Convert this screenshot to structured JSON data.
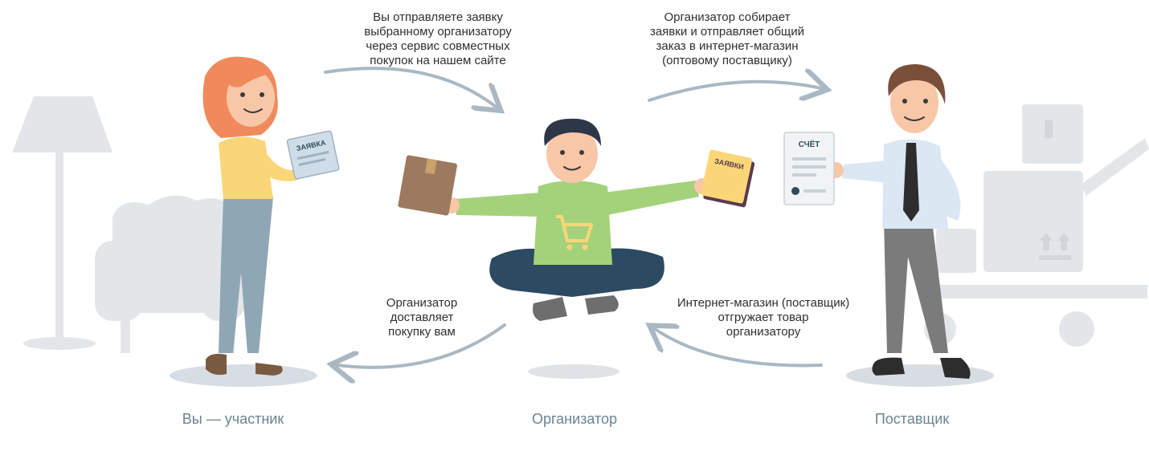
{
  "captions": {
    "top_left": [
      "Вы отправляете заявку",
      "выбранному организатору",
      "через сервис совместных",
      "покупок на нашем сайте"
    ],
    "top_right": [
      "Организатор собирает",
      "заявки и отправляет общий",
      "заказ в интернет-магазин",
      "(оптовому поставщику)"
    ],
    "bottom_left": [
      "Организатор",
      "доставляет",
      "покупку вам"
    ],
    "bottom_right": [
      "Интернет-магазин (поставщик)",
      "отгружает товар",
      "организатору"
    ]
  },
  "labels": {
    "participant": "Вы — участник",
    "organizer": "Организатор",
    "supplier": "Поставщик"
  },
  "props": {
    "request_doc": "ЗАЯВКА",
    "requests_doc": "ЗАЯВКИ",
    "invoice_doc": "СЧЁТ"
  },
  "colors": {
    "arrow": "#a9b8c3",
    "background_objects": "#e3e6e9",
    "label": "#6a8391",
    "caption": "#2f2f2f",
    "woman_hair": "#f08a5d",
    "woman_top": "#fbd679",
    "organizer_sweater": "#a4d27a",
    "supplier_shirt": "#dbe7f3"
  }
}
